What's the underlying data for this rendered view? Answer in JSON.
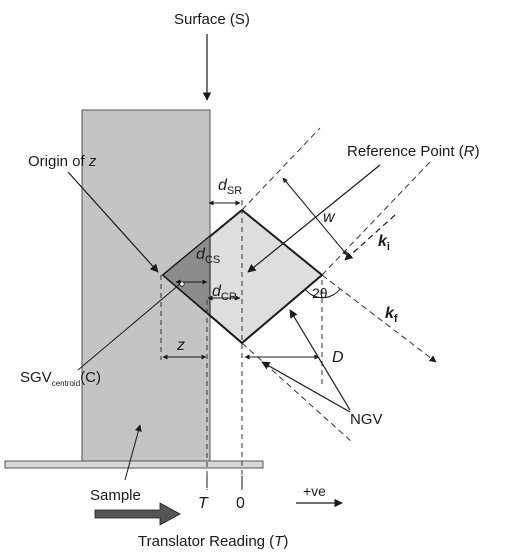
{
  "labels": {
    "surface": "Surface (S)",
    "reference_point": "Reference Point (",
    "reference_point_symbol": "R",
    "reference_point_close": ")",
    "origin_of_z": "Origin of z",
    "d_symbol": "d",
    "sr_subscript": "SR",
    "cs_subscript": "CS",
    "cr_subscript": "CR",
    "w": "w",
    "k": "k",
    "i_subscript": "i",
    "f_subscript": "f",
    "two_theta": "2θ",
    "z": "z",
    "D": "D",
    "sgv_main": "SGV",
    "sgv_subscript": "centroid",
    "sgv_paren": "(C)",
    "ngv": "NGV",
    "sample": "Sample",
    "T": "T",
    "zero": "0",
    "positive": "+ve",
    "translator_reading": "Translator Reading (",
    "translator_symbol": "T",
    "translator_close": ")"
  },
  "colors": {
    "sample_fill": "#c4c4c4",
    "diamond_fill": "#dedede",
    "overlap_fill": "#8c8c8c",
    "line": "#1a1a1a"
  }
}
